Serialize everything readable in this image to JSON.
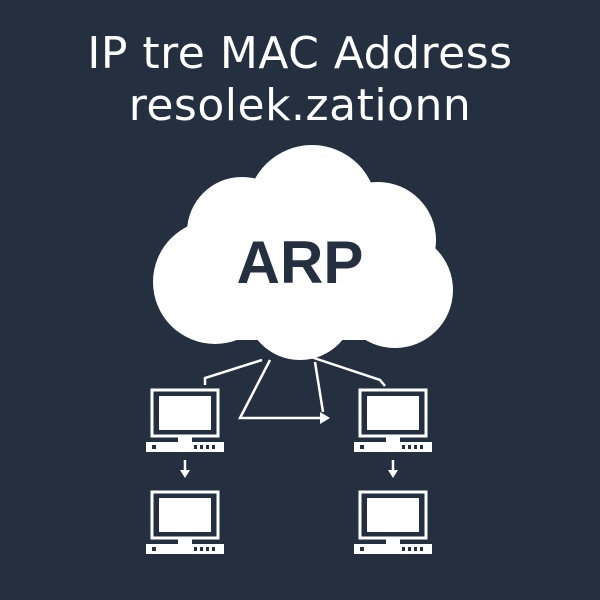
{
  "title": {
    "line1": "IP tre  MAC Address",
    "line2": "resolek.zationn"
  },
  "cloud": {
    "label": "ARP"
  },
  "colors": {
    "background": "#243040",
    "foreground": "#ffffff",
    "cloud_text": "#243040"
  },
  "icons": [
    "cloud-icon",
    "computer-icon",
    "arrow-down-icon",
    "arrow-right-icon"
  ]
}
